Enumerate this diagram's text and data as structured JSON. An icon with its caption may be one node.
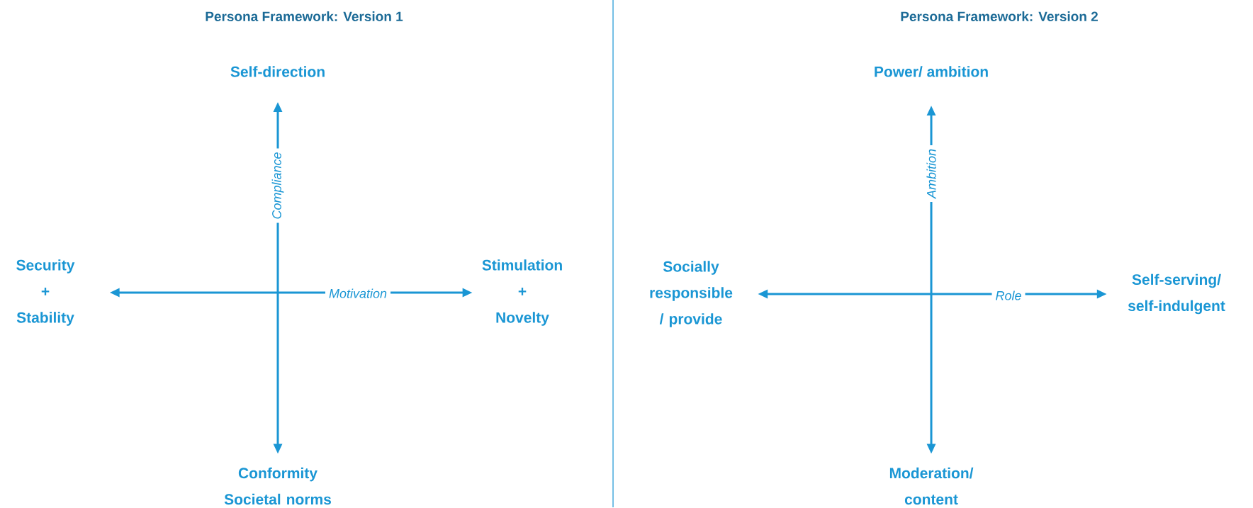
{
  "diagram": {
    "nodes": [
      {
        "text": [
          "Self-direction"
        ]
      },
      {
        "text": [
          "Security",
          "+",
          "Stability"
        ]
      },
      {
        "text": [
          "Stimulation",
          "+",
          "Novelty"
        ]
      },
      {
        "text": [
          "Conformity Societal norms"
        ]
      },
      {
        "text": [
          "Power/ ambition"
        ]
      },
      {
        "text": [
          "Socially responsible / provide"
        ]
      },
      {
        "text": [
          "Self-serving/ self-indulgent"
        ]
      },
      {
        "text": [
          "Moderation/ content"
        ]
      }
    ],
    "edges": [
      {
        "from": 0,
        "to": 3,
        "arrow": "both",
        "label": "Compliance"
      },
      {
        "from": 1,
        "to": 2,
        "arrow": "both",
        "label": "Motivation"
      },
      {
        "from": 4,
        "to": 7,
        "arrow": "both",
        "label": "Ambition"
      },
      {
        "from": 5,
        "to": 6,
        "arrow": "both",
        "label": "Role"
      }
    ],
    "labels": [
      "Persona Framework: Version 1",
      "Persona Framework: Version 2"
    ]
  }
}
